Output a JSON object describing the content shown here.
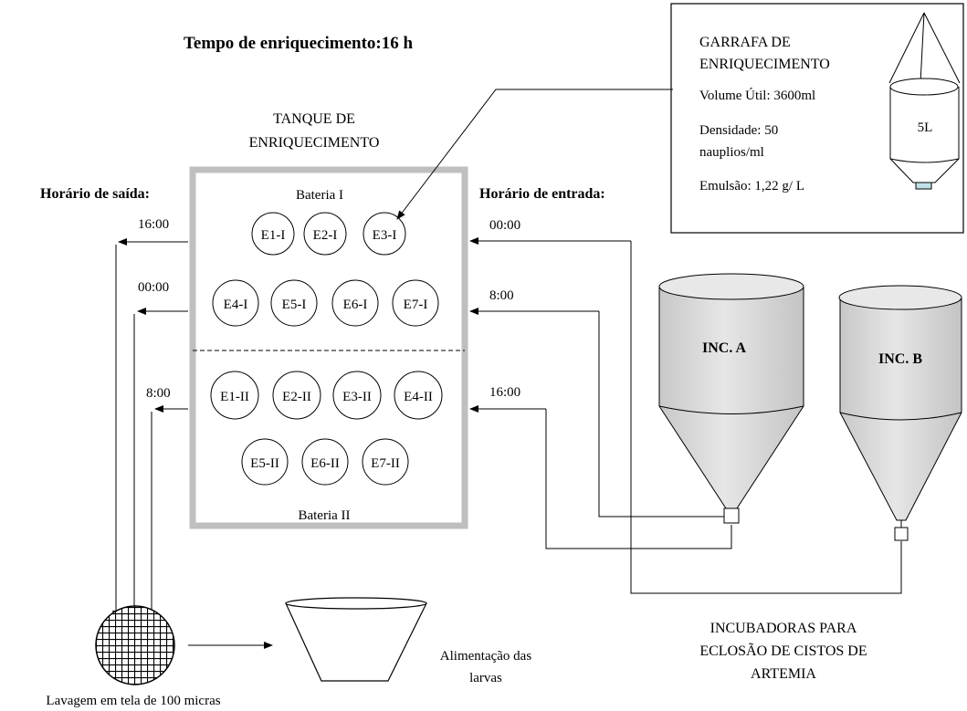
{
  "title": "Tempo de enriquecimento:16 h",
  "tank": {
    "label_line1": "TANQUE DE",
    "label_line2": "ENRIQUECIMENTO",
    "battery1": "Bateria I",
    "battery2": "Bateria II",
    "row1": [
      "E1-I",
      "E2-I",
      "E3-I"
    ],
    "row2": [
      "E4-I",
      "E5-I",
      "E6-I",
      "E7-I"
    ],
    "row3": [
      "E1-II",
      "E2-II",
      "E3-II",
      "E4-II"
    ],
    "row4": [
      "E5-II",
      "E6-II",
      "E7-II"
    ]
  },
  "exit": {
    "heading": "Horário de saída:",
    "times": [
      "16:00",
      "00:00",
      "8:00"
    ]
  },
  "entry": {
    "heading": "Horário de entrada:",
    "times": [
      "00:00",
      "8:00",
      "16:00"
    ]
  },
  "bottle": {
    "title_line1": "GARRAFA DE",
    "title_line2": "ENRIQUECIMENTO",
    "volume": "Volume Útil: 3600ml",
    "density_line1": "Densidade: 50",
    "density_line2": "nauplios/ml",
    "emulsion": "Emulsão: 1,22 g/ L",
    "capacity": "5L"
  },
  "incubators": {
    "a_label": "INC. A",
    "b_label": "INC. B",
    "caption_line1": "INCUBADORAS PARA",
    "caption_line2": "ECLOSÃO DE CISTOS DE",
    "caption_line3": "ARTEMIA"
  },
  "sieve_caption": "Lavagem em tela de 100 micras",
  "feeding_line1": "Alimentação das",
  "feeding_line2": "larvas",
  "colors": {
    "tank_border": "#bfbfbf",
    "cylinder_fill": "#d9d9d9",
    "valve": "#bfe0e6"
  }
}
